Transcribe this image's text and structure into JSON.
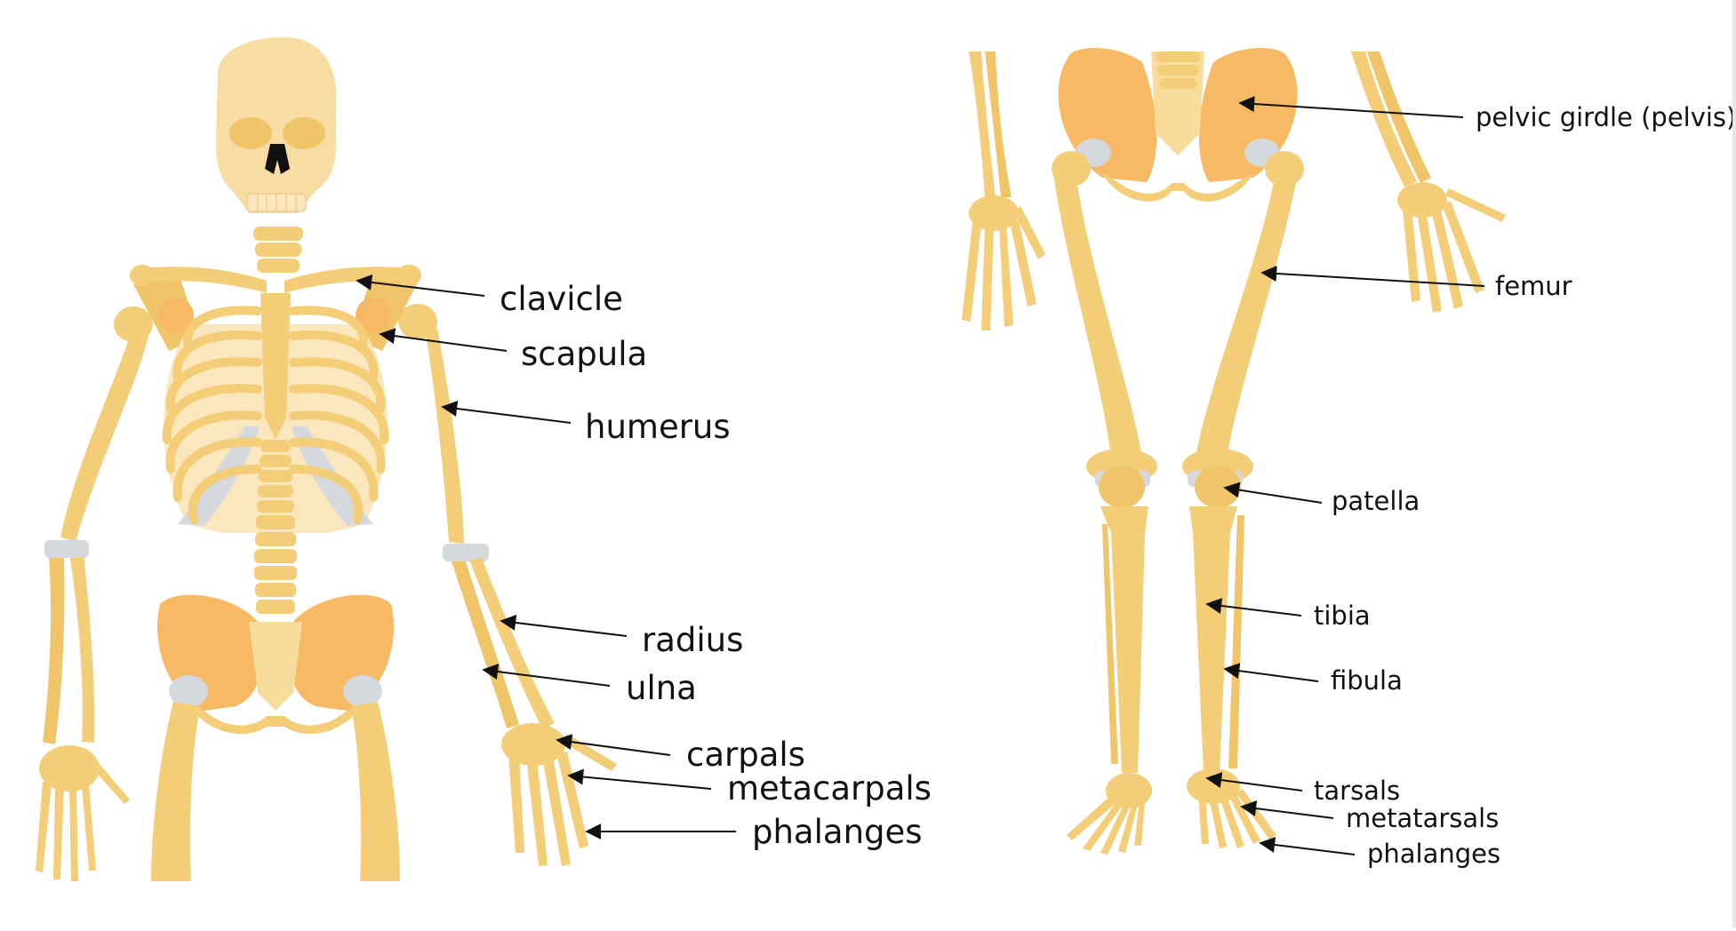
{
  "diagram": {
    "colors": {
      "bone": "#f3cd78",
      "bone_light": "#f8dc9c",
      "bone_dark": "#e6b65a",
      "pelvis": "#f7b963",
      "cartilage": "#d5d8dc",
      "skull": "#f7dca4",
      "line": "#111111"
    },
    "upper_body_labels": {
      "clavicle": "clavicle",
      "scapula": "scapula",
      "humerus": "humerus",
      "radius": "radius",
      "ulna": "ulna",
      "carpals": "carpals",
      "metacarpals": "metacarpals",
      "phalanges": "phalanges"
    },
    "lower_body_labels": {
      "pelvis": "pelvic girdle (pelvis)",
      "femur": "femur",
      "patella": "patella",
      "tibia": "tibia",
      "fibula": "fibula",
      "tarsals": "tarsals",
      "metatarsals": "metatarsals",
      "phalanges": "phalanges"
    }
  }
}
